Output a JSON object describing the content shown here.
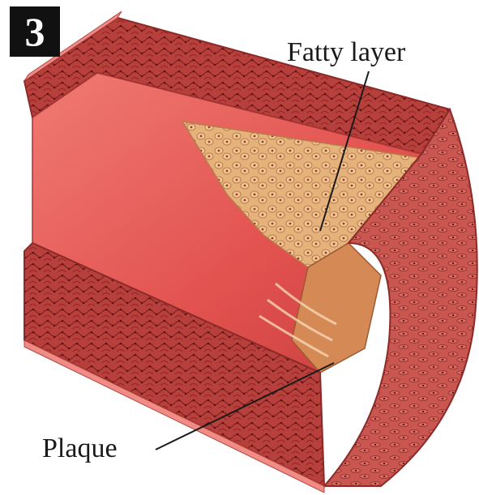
{
  "figure": {
    "step_number": "3",
    "labels": {
      "fatty_layer": "Fatty layer",
      "plaque": "Plaque"
    }
  },
  "colors": {
    "lumen_inner": "#e9645f",
    "wall_outer": "#b63a36",
    "fatty_deposit": "#e6b27c",
    "plaque": "#d58a56",
    "leader_line": "#1a1a1a"
  }
}
